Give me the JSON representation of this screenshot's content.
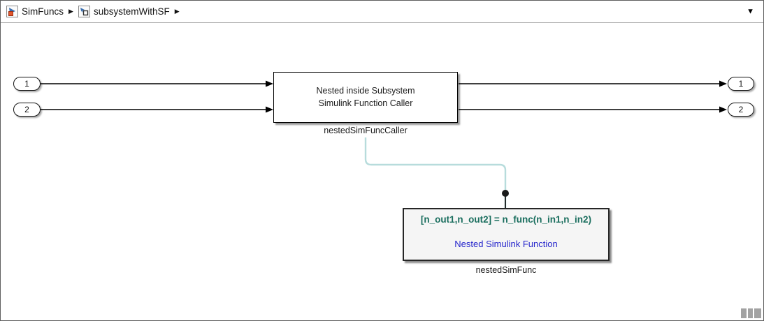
{
  "breadcrumb": {
    "items": [
      {
        "label": "SimFuncs",
        "icon": "simulink-model-icon"
      },
      {
        "label": "subsystemWithSF",
        "icon": "subsystem-icon"
      }
    ],
    "separator": "▶",
    "dropdown_icon": "▼"
  },
  "canvas": {
    "inports": [
      {
        "label": "1"
      },
      {
        "label": "2"
      }
    ],
    "outports": [
      {
        "label": "1"
      },
      {
        "label": "2"
      }
    ],
    "caller_block": {
      "text_line1": "Nested inside Subsystem",
      "text_line2": "Simulink Function Caller",
      "name": "nestedSimFuncCaller"
    },
    "function_block": {
      "signature": "[n_out1,n_out2] = n_func(n_in1,n_in2)",
      "prototype": "Nested Simulink Function",
      "name": "nestedSimFunc"
    },
    "colors": {
      "signature_text": "#1a6e5e",
      "prototype_text": "#2727cc",
      "function_call_wire": "#b7dcdc",
      "signal_wire": "#000000",
      "function_block_fill": "#f5f5f5"
    }
  }
}
